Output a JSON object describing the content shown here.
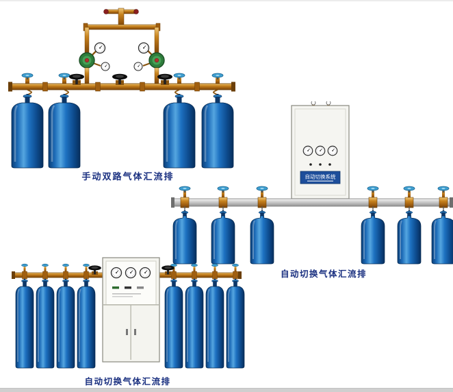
{
  "page": {
    "background_color": "#ffffff",
    "top_border_color": "#ececec",
    "bottom_border_color": "#cfcfcf"
  },
  "colors": {
    "caption_text": "#1a3080",
    "cylinder_blue": "#1e72c2",
    "cylinder_blue_dark": "#072e5c",
    "brass_pipe": "#c8841f",
    "manifold_silver": "#cfcfcf",
    "cabinet_body": "#f5f5f0",
    "label_plate_blue": "#1d4e9b",
    "regulator_green": "#2e7d3c",
    "handwheel_black": "#0d0d0d",
    "handwheel_blue": "#3f9fd0"
  },
  "products": [
    {
      "caption": "手动双路气体汇流排"
    },
    {
      "caption": "自动切换气体汇流排",
      "cabinet_plate_text": "自动切换系统"
    },
    {
      "caption": "自动切换气体汇流排"
    }
  ]
}
